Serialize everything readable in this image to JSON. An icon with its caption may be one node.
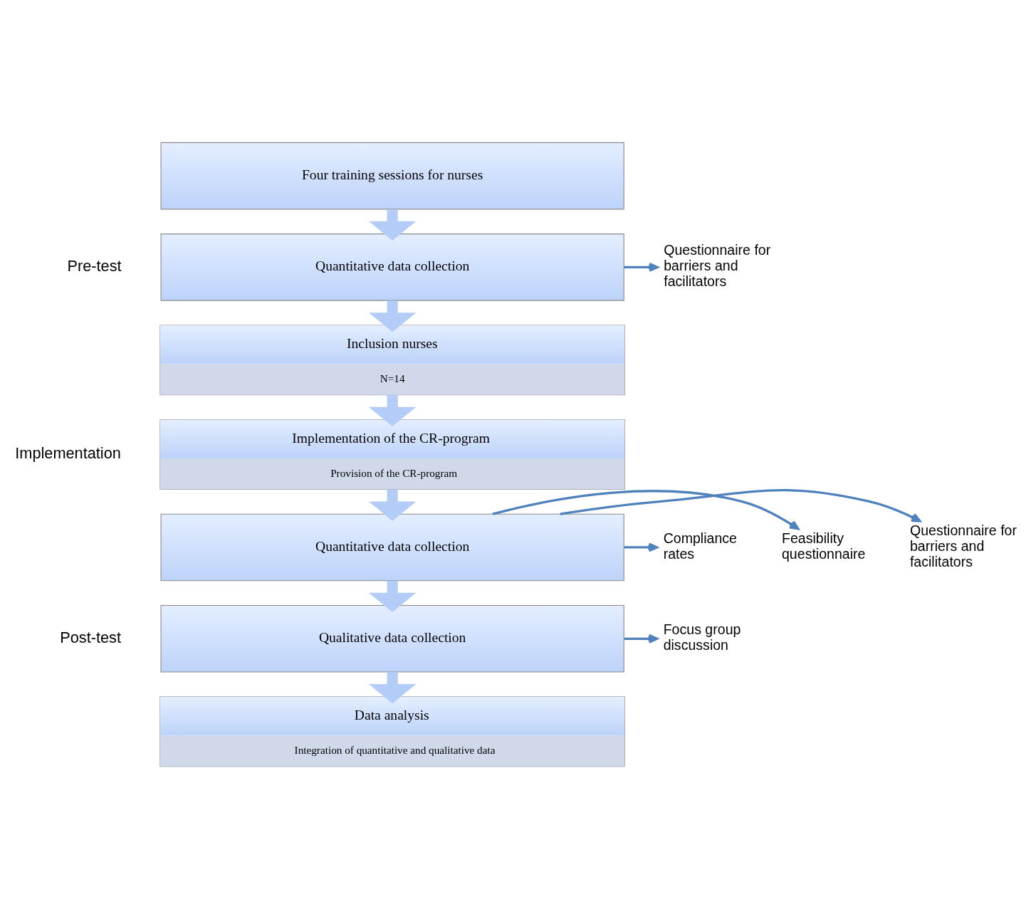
{
  "diagram": {
    "nodes": [
      {
        "text": [
          "Four training sessions for nurses"
        ]
      },
      {
        "text": [
          "Quantitative data collection"
        ]
      },
      {
        "text": [
          "Inclusion nurses",
          "N=14"
        ]
      },
      {
        "text": [
          "Implementation of the CR-program",
          "Provision of the CR-program"
        ]
      },
      {
        "text": [
          "Quantitative data collection"
        ]
      },
      {
        "text": [
          "Qualitative data collection"
        ]
      },
      {
        "text": [
          "Data analysis",
          "Integration of quantitative and qualitative data"
        ]
      },
      {
        "text": [
          "Questionnaire for barriers and facilitators"
        ]
      },
      {
        "text": [
          "Questionnaire for barriers and facilitators"
        ]
      },
      {
        "text": [
          "Feasibility questionnaire"
        ]
      },
      {
        "text": [
          "Compliance rates"
        ]
      },
      {
        "text": [
          "Focus group discussion"
        ]
      }
    ],
    "edges": [
      {
        "from": 0,
        "to": 1,
        "arrow": "to"
      },
      {
        "from": 1,
        "to": 2,
        "arrow": "to"
      },
      {
        "from": 2,
        "to": 3,
        "arrow": "to"
      },
      {
        "from": 3,
        "to": 4,
        "arrow": "to"
      },
      {
        "from": 4,
        "to": 5,
        "arrow": "to"
      },
      {
        "from": 5,
        "to": 6,
        "arrow": "to"
      },
      {
        "from": 1,
        "to": 7,
        "arrow": "to",
        "color": "#4f81bd"
      },
      {
        "from": 4,
        "to": 8,
        "arrow": "to",
        "color": "#4f81bd"
      },
      {
        "from": 4,
        "to": 9,
        "arrow": "to",
        "color": "#4f81bd"
      },
      {
        "from": 4,
        "to": 10,
        "arrow": "to",
        "color": "#4f81bd"
      },
      {
        "from": 5,
        "to": 11,
        "arrow": "to",
        "color": "#4f81bd"
      }
    ],
    "labels": [
      "Pre-test",
      "Implementation",
      "Post-test"
    ]
  }
}
